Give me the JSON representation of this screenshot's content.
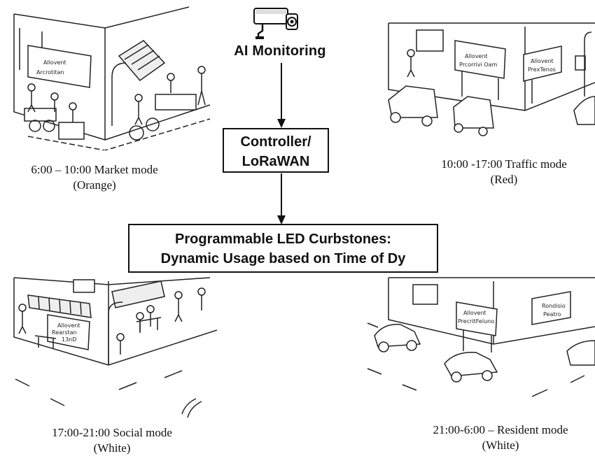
{
  "header": {
    "label": "AI Monitoring",
    "icon": "security-camera-icon"
  },
  "controller": {
    "line1": "Controller/",
    "line2": "LoRaWAN"
  },
  "curbstones": {
    "line1": "Programmable LED Curbstones:",
    "line2": "Dynamic Usage based on Time of Dy"
  },
  "modes": {
    "market": {
      "time_label": "6:00 – 10:00 Market mode",
      "color_label": "(Orange)"
    },
    "traffic": {
      "time_label": "10:00 -17:00 Traffic mode",
      "color_label": "(Red)"
    },
    "social": {
      "time_label": "17:00-21:00 Social mode",
      "color_label": "(White)"
    },
    "resident": {
      "time_label": "21:00-6:00 – Resident mode",
      "color_label": "(White)"
    }
  },
  "sign_texts": {
    "market_sign": [
      "Allovent",
      "Arcrotitan"
    ],
    "traffic_sign_1": [
      "Allovent",
      "Prcorrivi Oam"
    ],
    "traffic_sign_2": [
      "Allovent",
      "PrexTenos"
    ],
    "social_sign": [
      "Allovent",
      "Rearstan",
      "13nD"
    ],
    "resident_sign_1": [
      "Allovent",
      "PrecritFeluno"
    ],
    "resident_sign_2": [
      "Rondisio",
      "Peatro"
    ]
  }
}
